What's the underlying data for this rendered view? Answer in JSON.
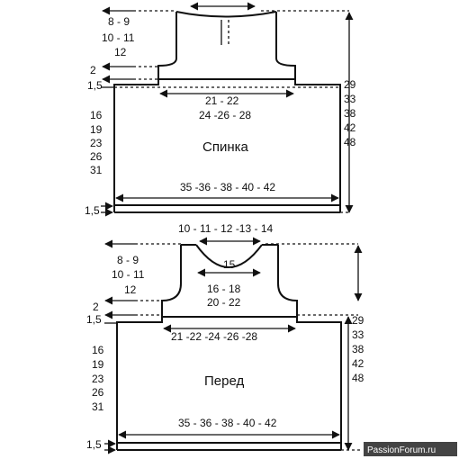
{
  "back": {
    "title": "Спинка",
    "left_labels": [
      "8 - 9",
      "10 - 11",
      "12",
      "2",
      "1,5",
      "16",
      "19",
      "23",
      "26",
      "31",
      "1,5"
    ],
    "right_labels": [
      "29",
      "33",
      "38",
      "42",
      "48"
    ],
    "inner_labels": [
      "21 - 22",
      "24 -26 - 28"
    ],
    "bottom_width": "35 -36 - 38 - 40 - 42"
  },
  "front": {
    "title": "Перед",
    "neck_width": "10 - 11 - 12 -13 - 14",
    "neck_depth": "15",
    "left_labels": [
      "8 - 9",
      "10 - 11",
      "12",
      "2",
      "1,5",
      "16",
      "19",
      "23",
      "26",
      "31",
      "1,5"
    ],
    "right_labels": [
      "29",
      "33",
      "38",
      "42",
      "48"
    ],
    "inner_labels": [
      "16 - 18",
      "20 - 22"
    ],
    "yoke_width": "21 -22 -24 -26 -28",
    "bottom_width": "35 - 36 - 38 - 40 - 42"
  },
  "watermark": "PassionForum.ru",
  "colors": {
    "ink": "#111111",
    "watermark_bg": "#444444"
  }
}
